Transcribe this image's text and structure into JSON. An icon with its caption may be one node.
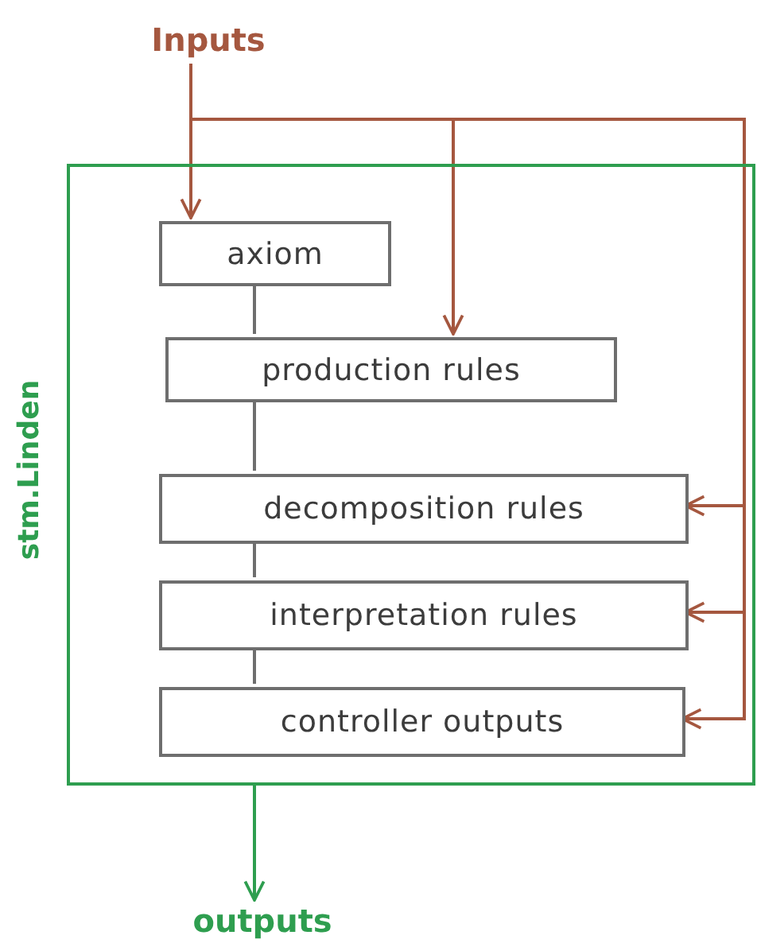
{
  "diagram": {
    "nodes": [
      {
        "text": [
          "Inputs"
        ]
      },
      {
        "text": [
          "stm.Linden"
        ]
      },
      {
        "text": [
          "axiom"
        ],
        "in": 1
      },
      {
        "text": [
          "production rules"
        ],
        "in": 1
      },
      {
        "text": [
          "decomposition rules"
        ],
        "in": 1
      },
      {
        "text": [
          "interpretation rules"
        ],
        "in": 1
      },
      {
        "text": [
          "controller outputs"
        ],
        "in": 1
      },
      {
        "text": [
          "outputs"
        ]
      }
    ],
    "edges": [
      {
        "from": 0,
        "to": 2,
        "arrow": "to"
      },
      {
        "from": 0,
        "to": 3,
        "arrow": "to"
      },
      {
        "from": 0,
        "to": 4,
        "arrow": "to"
      },
      {
        "from": 0,
        "to": 5,
        "arrow": "to"
      },
      {
        "from": 0,
        "to": 6,
        "arrow": "to"
      },
      {
        "from": 2,
        "to": 3,
        "arrow": "none",
        "color": "#6e6e6e"
      },
      {
        "from": 3,
        "to": 4,
        "arrow": "none",
        "color": "#6e6e6e"
      },
      {
        "from": 4,
        "to": 5,
        "arrow": "none",
        "color": "#6e6e6e"
      },
      {
        "from": 5,
        "to": 6,
        "arrow": "none",
        "color": "#6e6e6e"
      },
      {
        "from": 1,
        "to": 7,
        "arrow": "to",
        "color": "#2e9e4f"
      }
    ]
  }
}
